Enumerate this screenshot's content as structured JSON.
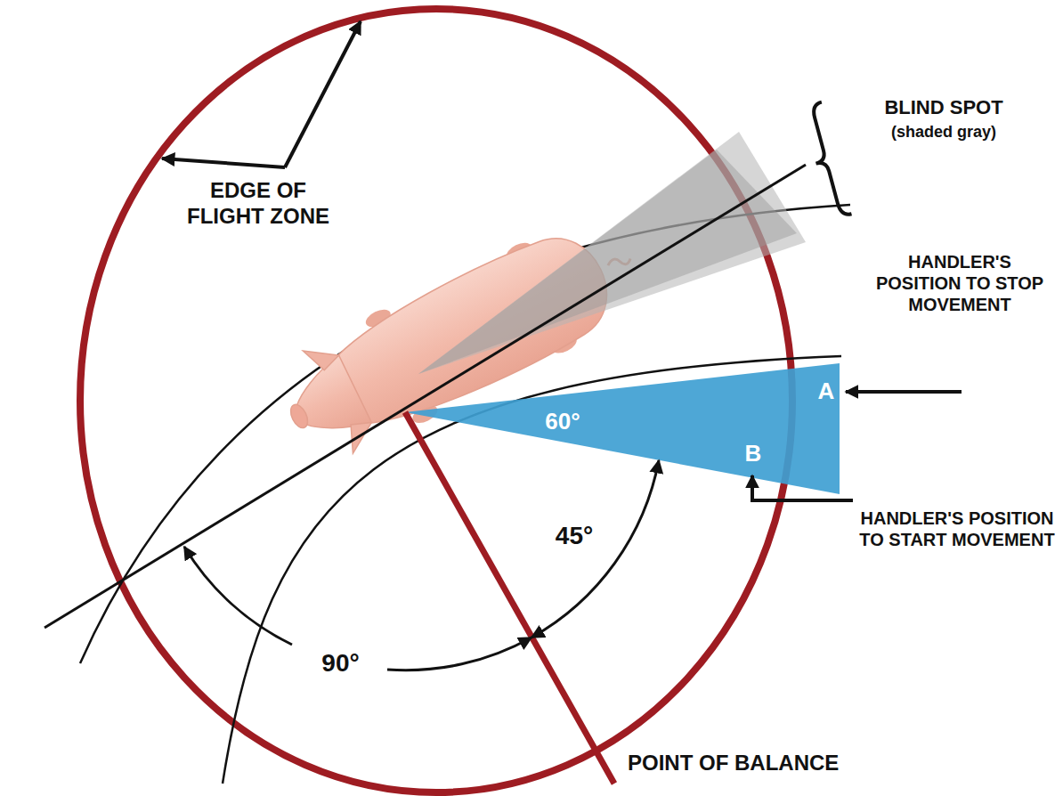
{
  "diagram": {
    "labels": [
      "EDGE OF FLIGHT ZONE",
      "BLIND SPOT",
      "(shaded gray)",
      "HANDLER'S POSITION TO STOP MOVEMENT",
      "60°",
      "A",
      "B",
      "HANDLER'S POSITION TO START MOVEMENT",
      "45°",
      "90°",
      "POINT OF BALANCE"
    ]
  }
}
